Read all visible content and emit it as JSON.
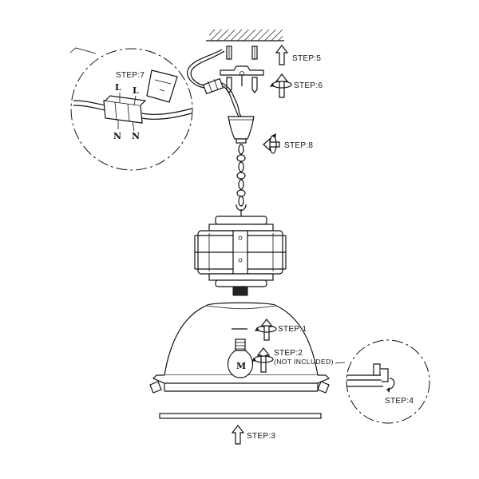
{
  "steps": {
    "step1": "STEP:1",
    "step2": "STEP:2",
    "step2_note": "(NOT INCLUDED)",
    "step3": "STEP:3",
    "step4": "STEP:4",
    "step5": "STEP:5",
    "step6": "STEP:6",
    "step7": "STEP:7",
    "step8": "STEP:8"
  },
  "wiring": {
    "live_left": "L",
    "live_right": "L",
    "neutral_left": "N",
    "neutral_right": "N"
  },
  "bulb_mark": "M"
}
